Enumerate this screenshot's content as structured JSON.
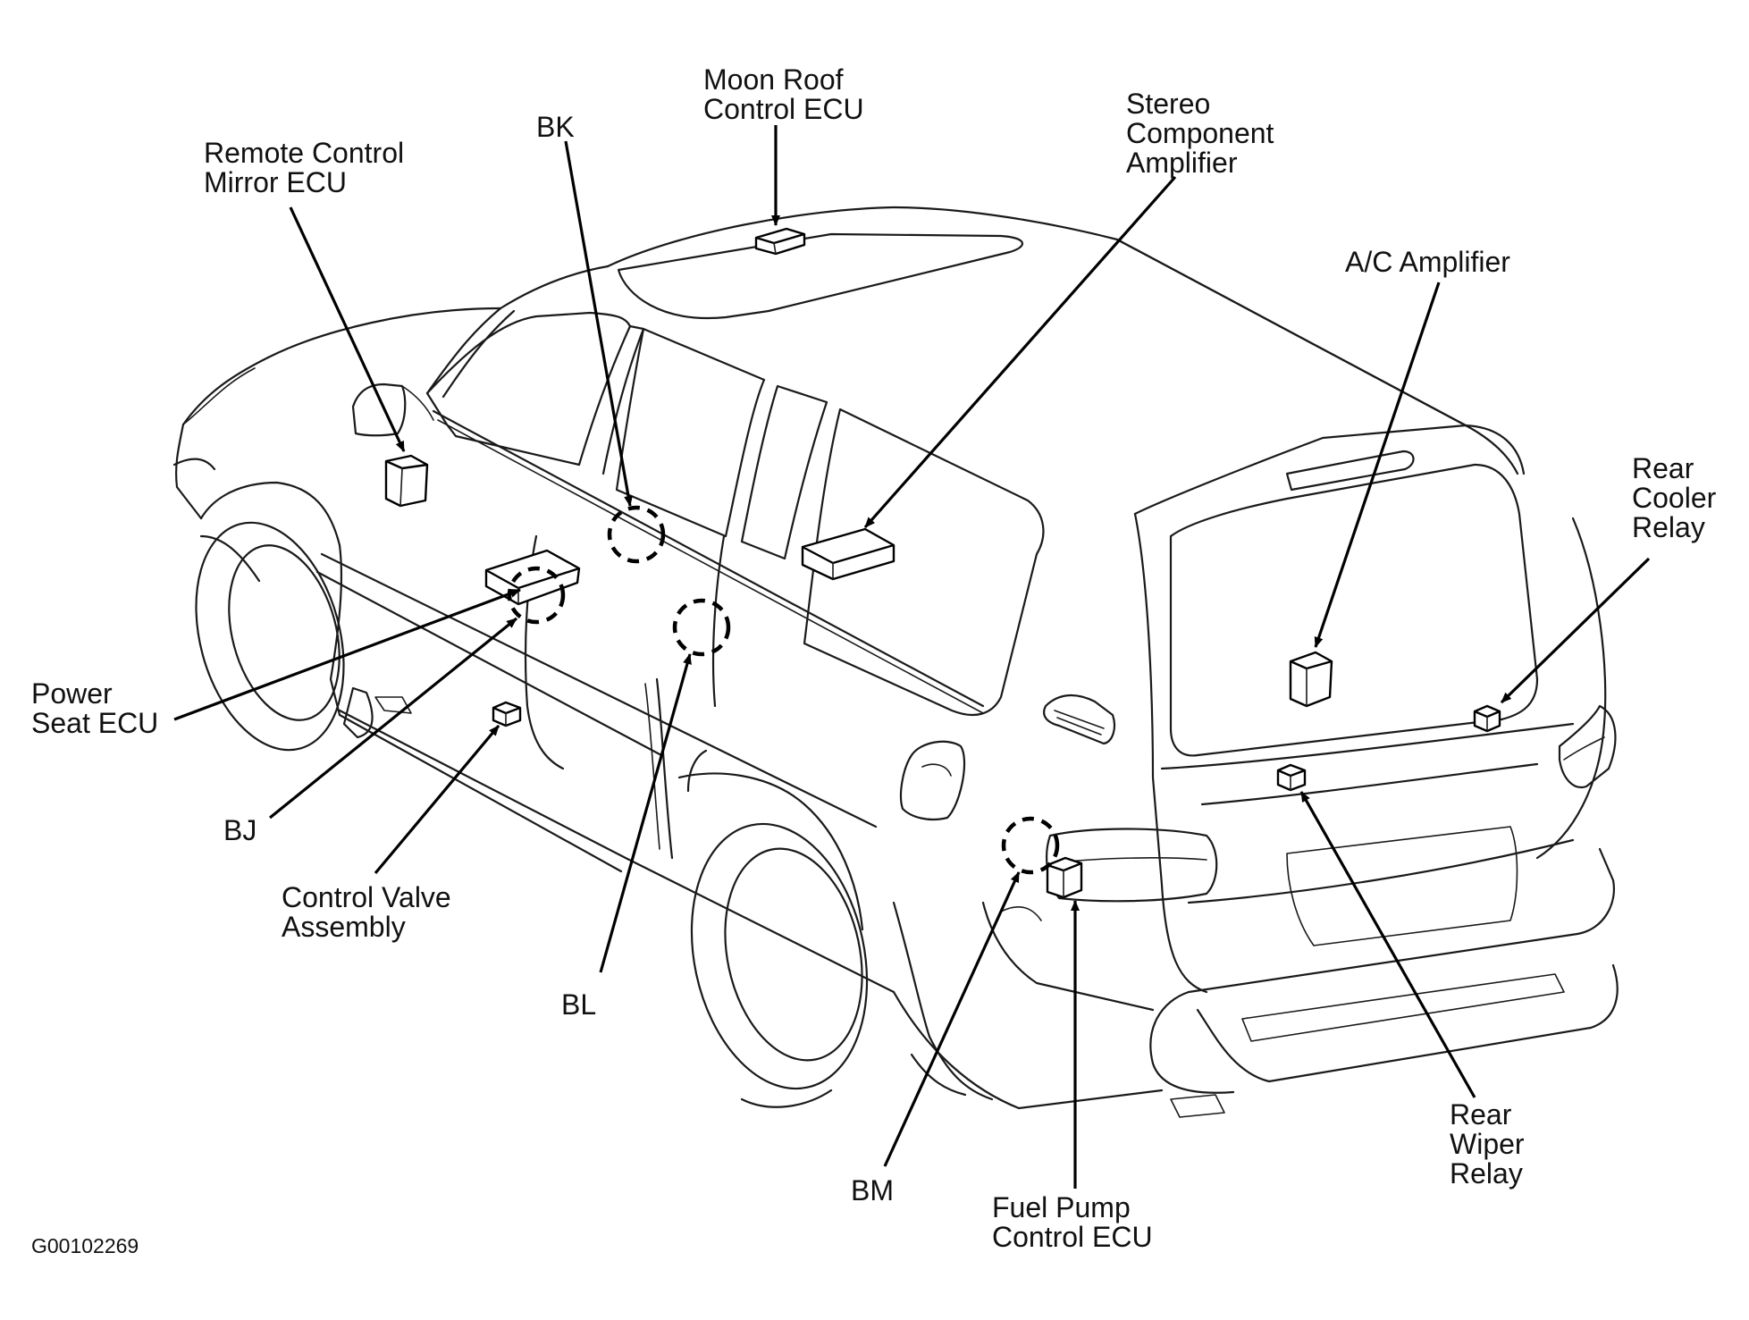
{
  "labels": {
    "moon_roof": [
      "Moon Roof",
      "Control ECU"
    ],
    "remote_mirror": [
      "Remote Control",
      "Mirror ECU"
    ],
    "bk": "BK",
    "stereo": [
      "Stereo",
      "Component",
      "Amplifier"
    ],
    "ac_amp": "A/C Amplifier",
    "rear_cooler": [
      "Rear",
      "Cooler",
      "Relay"
    ],
    "power_seat": [
      "Power",
      "Seat ECU"
    ],
    "bj": "BJ",
    "control_valve": [
      "Control Valve",
      "Assembly"
    ],
    "bl": "BL",
    "bm": "BM",
    "fuel_pump": [
      "Fuel Pump",
      "Control ECU"
    ],
    "rear_wiper": [
      "Rear",
      "Wiper",
      "Relay"
    ]
  },
  "figure_id": "G00102269",
  "colors": {
    "line": "#000000",
    "background": "#ffffff"
  }
}
